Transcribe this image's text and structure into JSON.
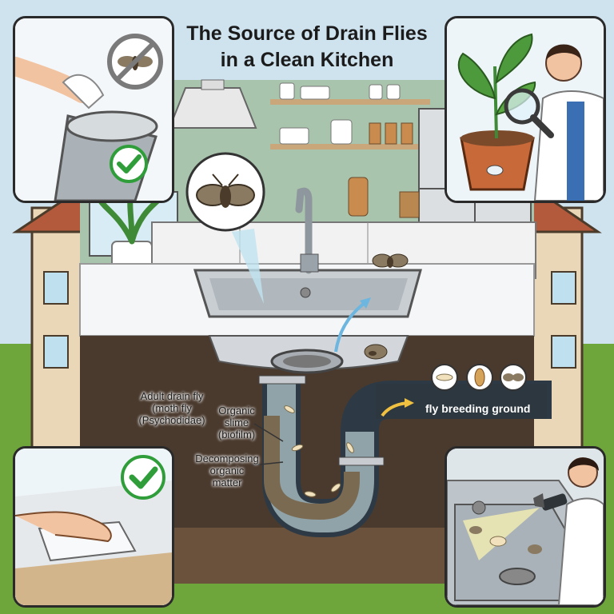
{
  "title": {
    "line1": "The Source of Drain Flies",
    "line2": "in a Clean Kitchen"
  },
  "labels": {
    "adult_fly": [
      "Adult drain fly",
      "(moth fly",
      "(Psychodidae)"
    ],
    "slime": [
      "Organic",
      "slime",
      "(biofilm)"
    ],
    "decomposing": [
      "Decomposing",
      "organic",
      "matter"
    ],
    "banner": "fly breeding ground"
  },
  "icons": {
    "no_fly": "prohibited-fly-icon",
    "check": "checkmark-icon",
    "magnifier": "magnifying-glass-icon",
    "flashlight": "flashlight-icon"
  },
  "colors": {
    "check_green": "#2f9e3a",
    "prohibit_red": "#7a7a7a",
    "wall": "#a9c4ad",
    "banner": "#2c3740"
  }
}
